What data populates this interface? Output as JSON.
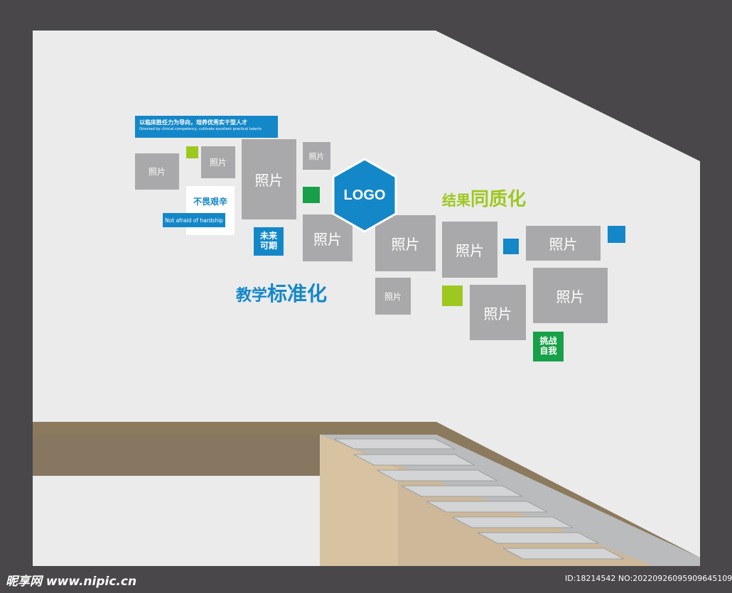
{
  "colors": {
    "background": "#4a474b",
    "wall": "#ebebec",
    "photo_placeholder": "#a9a9ab",
    "blue": "#1487c8",
    "green": "#18a048",
    "lime": "#9dc820",
    "wood": "#8c7a5e"
  },
  "banner": {
    "title": "以临床胜任力为导向，培养优秀实干型人才",
    "subtitle": "Oriented by clinical competency, cultivate excellent practical talents"
  },
  "photo_label": "照片",
  "logo": {
    "text": "LOGO"
  },
  "tags": {
    "hardship_cn": "不畏艰辛",
    "hardship_en": "Not afraid of hardship",
    "future_line1": "未来",
    "future_line2": "可期",
    "challenge_line1": "挑战",
    "challenge_line2": "自我"
  },
  "slogans": {
    "teaching_part1": "教学",
    "teaching_part2": "标准化",
    "results_part1": "结果",
    "results_part2": "同质化"
  },
  "watermark": {
    "site": "昵享网 www.nipic.cn",
    "id": "ID:18214542 NO:20220926095909645109"
  }
}
